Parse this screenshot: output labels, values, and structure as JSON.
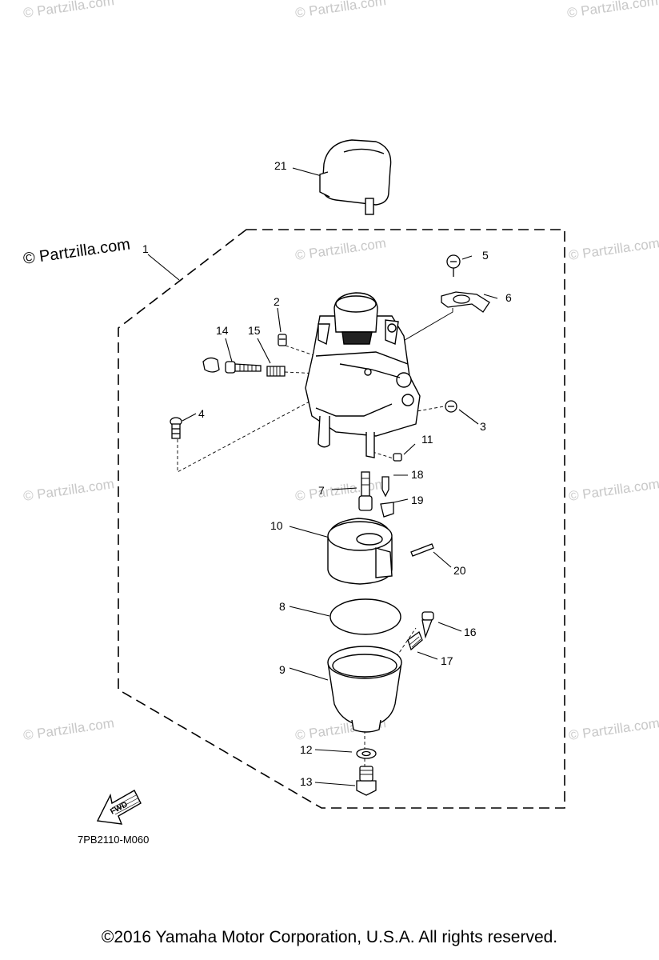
{
  "watermark": "© Partzilla.com",
  "watermark_prominent": "© Partzilla.com",
  "diagram_code": "7PB2110-M060",
  "fwd_label": "FWD",
  "copyright": "©2016  Yamaha Motor Corporation, U.S.A. All rights reserved.",
  "callouts": {
    "c1": "1",
    "c2": "2",
    "c3": "3",
    "c4": "4",
    "c5": "5",
    "c6": "6",
    "c7": "7",
    "c8": "8",
    "c9": "9",
    "c10": "10",
    "c11": "11",
    "c12": "12",
    "c13": "13",
    "c14": "14",
    "c15": "15",
    "c16": "16",
    "c17": "17",
    "c18": "18",
    "c19": "19",
    "c20": "20",
    "c21": "21"
  }
}
